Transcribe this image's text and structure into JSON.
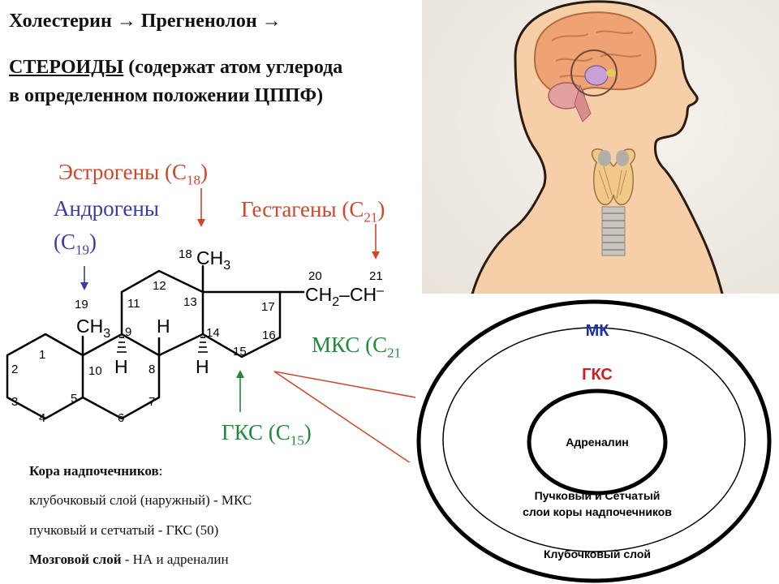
{
  "header": {
    "line1_a": "Холестерин",
    "line1_b": "Прегненолон",
    "arrow": "→",
    "steroids": "СТЕРОИДЫ",
    "line2_rest": " (содержат атом углерода",
    "line3": "в определенном положении ЦППФ)"
  },
  "hormone_labels": {
    "estrogens": "Эстрогены (С",
    "estrogens_sub": "18",
    "androgens": "Андрогены",
    "androgens_c": "(С",
    "androgens_sub": "19",
    "gestagens": "Гестагены (С",
    "gestagens_sub": "21",
    "mks": "МКС (С",
    "mks_sub": "21",
    "gks": "ГКС (С",
    "gks_sub": "15",
    "close": ")"
  },
  "molecule": {
    "ch3_top": "CH",
    "ch3_top_sub": "3",
    "ch3_top_num": "18",
    "ch3_left": "CH",
    "ch3_left_sub": "3",
    "ch3_left_num": "19",
    "h_9": "H",
    "h_8": "H",
    "h_14": "H",
    "side_ch2": "CH",
    "side_ch2_sub": "2",
    "side_dash": "–",
    "side_ch": "CH",
    "side_minus": "–",
    "n20": "20",
    "n21": "21",
    "nums": [
      "1",
      "2",
      "3",
      "4",
      "5",
      "6",
      "7",
      "8",
      "9",
      "10",
      "11",
      "12",
      "13",
      "14",
      "15",
      "16",
      "17"
    ]
  },
  "notes": {
    "cortex_title": "Кора надпочечников",
    "cortex_colon": ":",
    "line1": "клубочковый слой (наружный) - МКС",
    "line2": "пучковый и сетчатый - ГКС (50)",
    "medulla_title": "Мозговой слой",
    "medulla_rest": " - НА и адреналин"
  },
  "diagram": {
    "mk": "МК",
    "gks": "ГКС",
    "adrenaline": "Адреналин",
    "zone_line1": "Пучковый и Сетчатый",
    "zone_line2": "слои коры надпочечников",
    "outer": "Клубочковый слой"
  },
  "colors": {
    "estrogen": "#d2452a",
    "androgen": "#3b3ba8",
    "gestagen": "#d2452a",
    "mks_green": "#1f8a3a",
    "mk_blue": "#1a2fa0",
    "gks_red": "#cc1f1f",
    "skin": "#f7d2ae",
    "brain": "#f0a070"
  }
}
